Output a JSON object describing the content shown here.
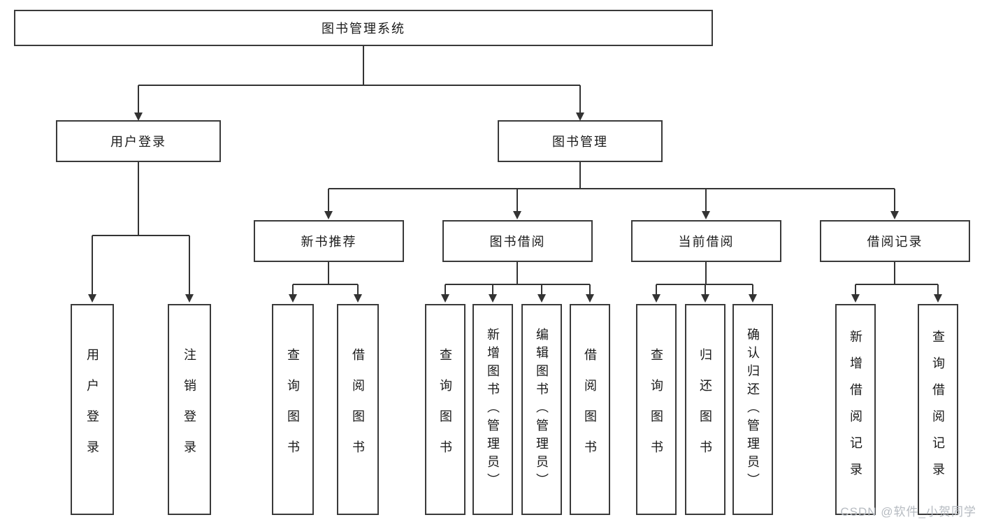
{
  "diagram": {
    "root": {
      "label": "图书管理系统"
    },
    "groups": [
      {
        "label": "用户登录",
        "leaves": [
          {
            "label": "用户登录"
          },
          {
            "label": "注销登录"
          }
        ]
      },
      {
        "label": "图书管理",
        "subgroups": [
          {
            "label": "新书推荐",
            "leaves": [
              {
                "label": "查询图书"
              },
              {
                "label": "借阅图书"
              }
            ]
          },
          {
            "label": "图书借阅",
            "leaves": [
              {
                "label": "查询图书"
              },
              {
                "label": "新增图书（管理员）"
              },
              {
                "label": "编辑图书（管理员）"
              },
              {
                "label": "借阅图书"
              }
            ]
          },
          {
            "label": "当前借阅",
            "leaves": [
              {
                "label": "查询图书"
              },
              {
                "label": "归还图书"
              },
              {
                "label": "确认归还（管理员）"
              }
            ]
          },
          {
            "label": "借阅记录",
            "leaves": [
              {
                "label": "新增借阅记录"
              },
              {
                "label": "查询借阅记录"
              }
            ]
          }
        ]
      }
    ]
  },
  "watermark": {
    "text": "CSDN @软件_小贺同学"
  },
  "colors": {
    "line": "#333333",
    "border": "#3a3a3a",
    "text": "#1a1a1a",
    "watermark": "#b6bbc1"
  }
}
